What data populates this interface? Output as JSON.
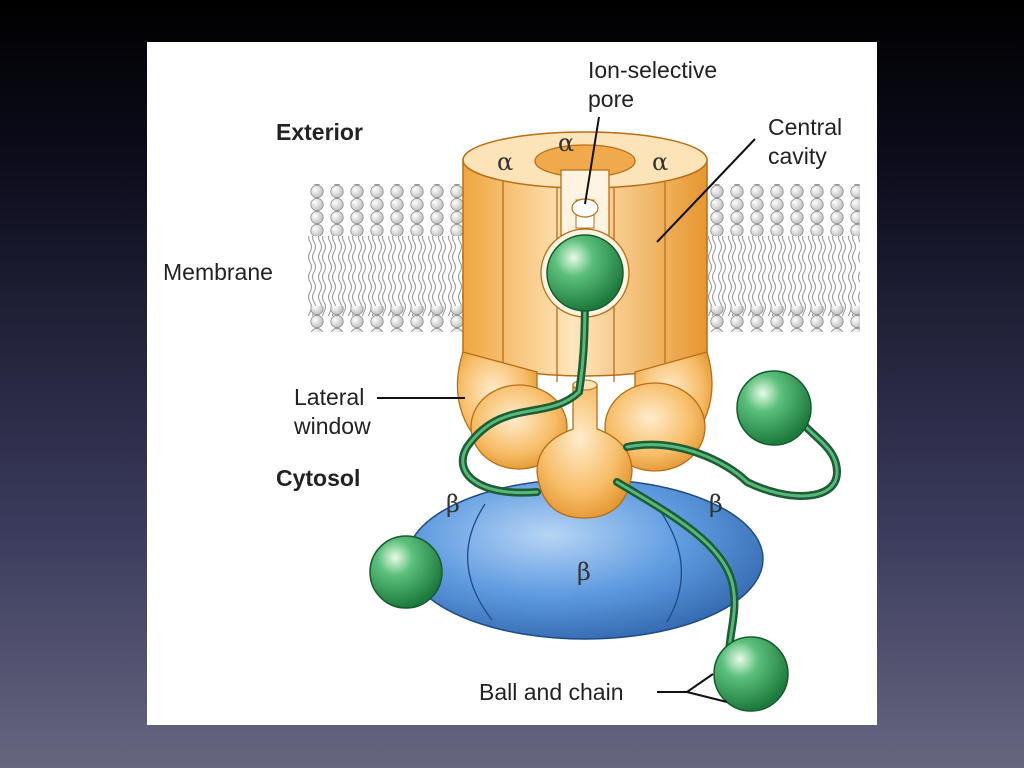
{
  "labels": {
    "exterior": "Exterior",
    "ion_selective_pore_line1": "Ion-selective",
    "ion_selective_pore_line2": "pore",
    "central_cavity_line1": "Central",
    "central_cavity_line2": "cavity",
    "membrane": "Membrane",
    "lateral_window_line1": "Lateral",
    "lateral_window_line2": "window",
    "cytosol": "Cytosol",
    "ball_and_chain": "Ball and chain"
  },
  "subunits": {
    "alpha": "α",
    "beta": "β"
  },
  "colors": {
    "alpha_subunit": "#f5b35a",
    "beta_subunit": "#4a86cf",
    "ball": "#2e9a56",
    "chain": "#2a7a45",
    "lipid_head": "#e6e6e6",
    "slide_background_top": "#000000",
    "slide_background_bottom": "#66667f"
  }
}
